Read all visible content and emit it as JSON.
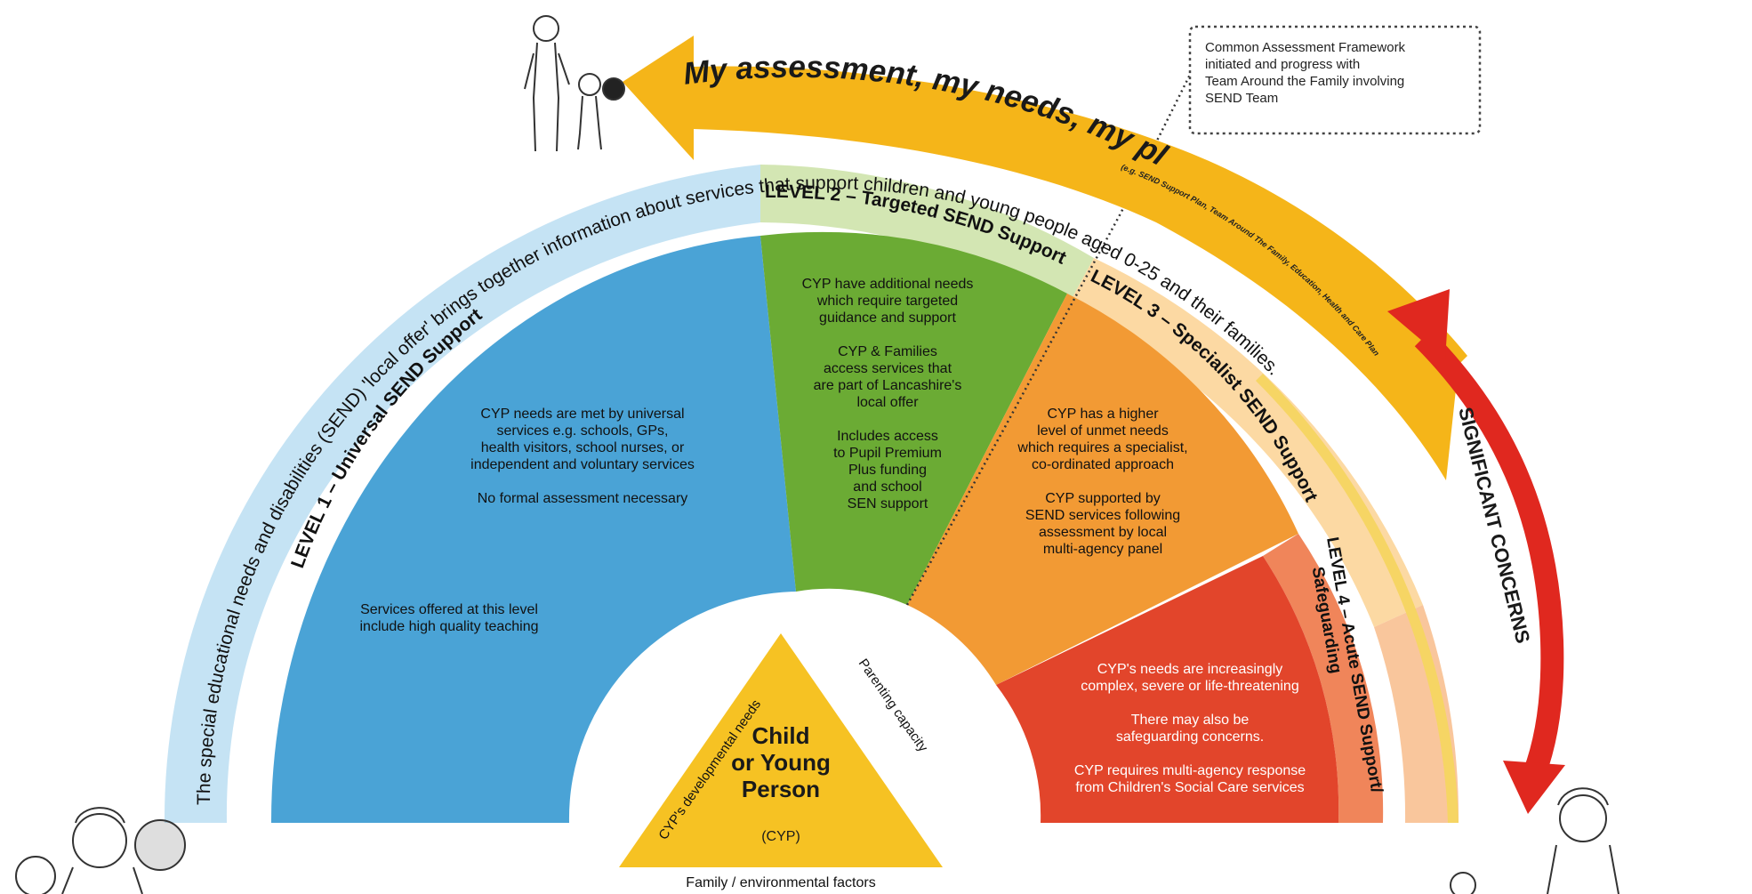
{
  "header_arrow": {
    "title": "My assessment, my needs, my plan",
    "subtitle": "(e.g. SEND Support Plan, Team Around The Family, Education, Health and Care Plan"
  },
  "caf_note": {
    "lines": [
      "Common Assessment Framework",
      "initiated and progress with",
      "Team Around the Family involving",
      "SEND Team"
    ]
  },
  "outer_band_text": "The special educational needs and disabilities (SEND) 'local offer' brings together information about services that support children and young people aged 0-25 and their families.",
  "level1": {
    "title": "LEVEL 1 – Universal SEND Support",
    "body_lines": [
      "CYP needs are met by universal",
      "services e.g. schools, GPs,",
      "health visitors, school nurses, or",
      "independent and voluntary services",
      "",
      "No formal assessment necessary"
    ],
    "services_lines": [
      "Services offered at this level",
      "include high quality teaching"
    ]
  },
  "level2": {
    "title": "LEVEL 2 – Targeted SEND Support",
    "body_lines": [
      "CYP have additional needs",
      "which require targeted",
      "guidance and support",
      "",
      "CYP & Families",
      "access services that",
      "are part of Lancashire's",
      "local offer",
      "",
      "Includes access",
      "to Pupil Premium",
      "Plus funding",
      "and school",
      "SEN support"
    ]
  },
  "level3": {
    "title": "LEVEL 3 – Specialist SEND Support",
    "body_lines": [
      "CYP has a higher",
      "level of unmet needs",
      "which requires a specialist,",
      "co-ordinated approach",
      "",
      "CYP supported by",
      "SEND services following",
      "assessment by local",
      "multi-agency panel"
    ]
  },
  "level4": {
    "title_line1": "LEVEL 4 – Acute SEND Support/",
    "title_line2": "Safeguarding",
    "body_lines": [
      "CYP's needs are increasingly",
      "complex, severe or life-threatening",
      "",
      "There may also be",
      "safeguarding concerns.",
      "",
      "CYP requires multi-agency response",
      "from Children's Social Care services"
    ]
  },
  "triangle": {
    "center_lines": [
      "Child",
      "or Young",
      "Person"
    ],
    "abbr": "(CYP)",
    "left_side": "CYP's developmental needs",
    "right_side": "Parenting capacity",
    "bottom": "Family / environmental factors"
  },
  "concerns_label": "SIGNIFICANT CONCERNS",
  "colors": {
    "level1": "#4aa3d6",
    "level1_band": "#c7e4f5",
    "level2": "#6bab34",
    "level2_band": "#cfe3ad",
    "level3": "#f29a34",
    "level3_band": "#fbd9a2",
    "level4": "#e2452b",
    "level4_band": "#f4b28a",
    "arrow_yellow": "#f5b519",
    "triangle": "#f6c223",
    "concerns_red": "#e0281f"
  }
}
